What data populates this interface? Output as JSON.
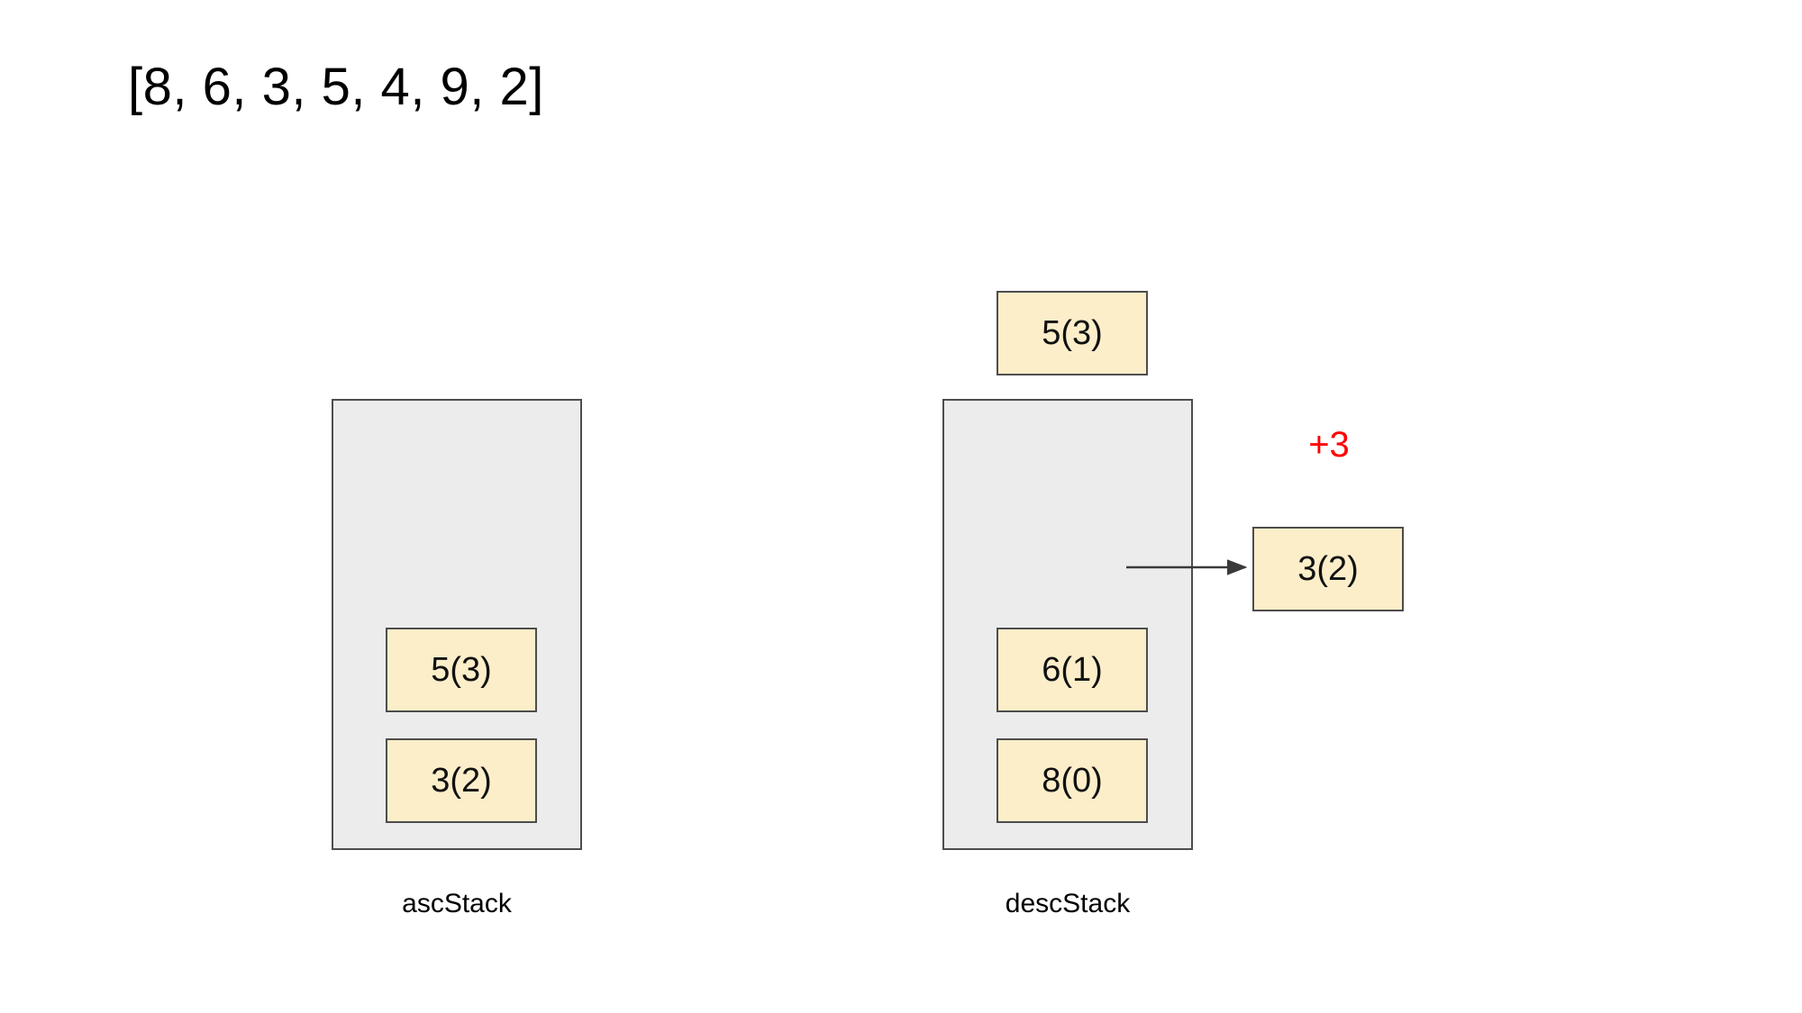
{
  "title": {
    "array_text": "[8, 6, 3, 5, 4, 9, 2]",
    "array_values": [
      8,
      6,
      3,
      5,
      4,
      9,
      2
    ]
  },
  "colors": {
    "box_fill": "#fdeeca",
    "box_border": "#4d4d4d",
    "container_fill": "#ececec",
    "container_border": "#4d4d4d",
    "annotation_red": "#ff0000",
    "background": "#ffffff",
    "text": "#000000"
  },
  "stacks": {
    "asc": {
      "label": "ascStack",
      "items": [
        {
          "text": "5(3)",
          "value": 5,
          "index": 3
        },
        {
          "text": "3(2)",
          "value": 3,
          "index": 2
        }
      ]
    },
    "desc": {
      "label": "descStack",
      "items": [
        {
          "text": "6(1)",
          "value": 6,
          "index": 1
        },
        {
          "text": "8(0)",
          "value": 8,
          "index": 0
        }
      ]
    }
  },
  "floating_box": {
    "text": "5(3)",
    "value": 5,
    "index": 3
  },
  "incoming_box": {
    "text": "3(2)",
    "value": 3,
    "index": 2
  },
  "annotation": {
    "delta_text": "+3"
  }
}
